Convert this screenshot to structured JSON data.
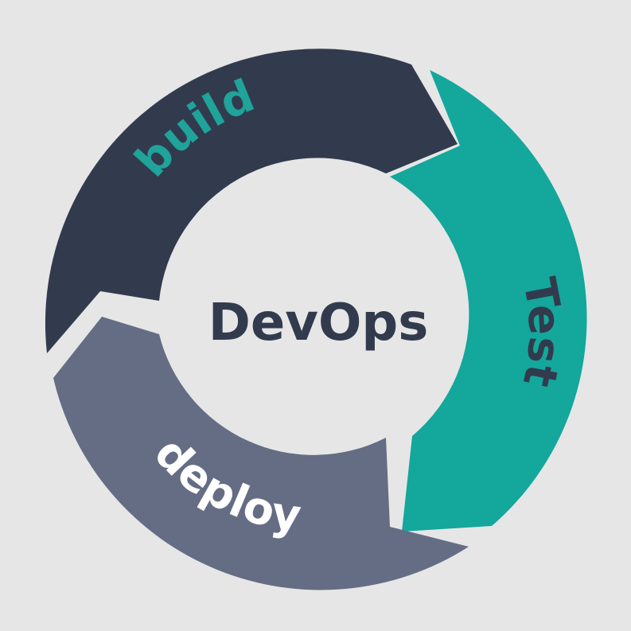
{
  "diagram": {
    "center_label": "DevOps",
    "stages": [
      {
        "label": "build",
        "segment_color": "#323b4d",
        "label_color": "#1fa39a"
      },
      {
        "label": "Test",
        "segment_color": "#14a79c",
        "label_color": "#323b4d"
      },
      {
        "label": "deploy",
        "segment_color": "#646d84",
        "label_color": "#ffffff"
      }
    ],
    "center_label_color": "#323b4d",
    "background_color": "#e6e6e6"
  }
}
